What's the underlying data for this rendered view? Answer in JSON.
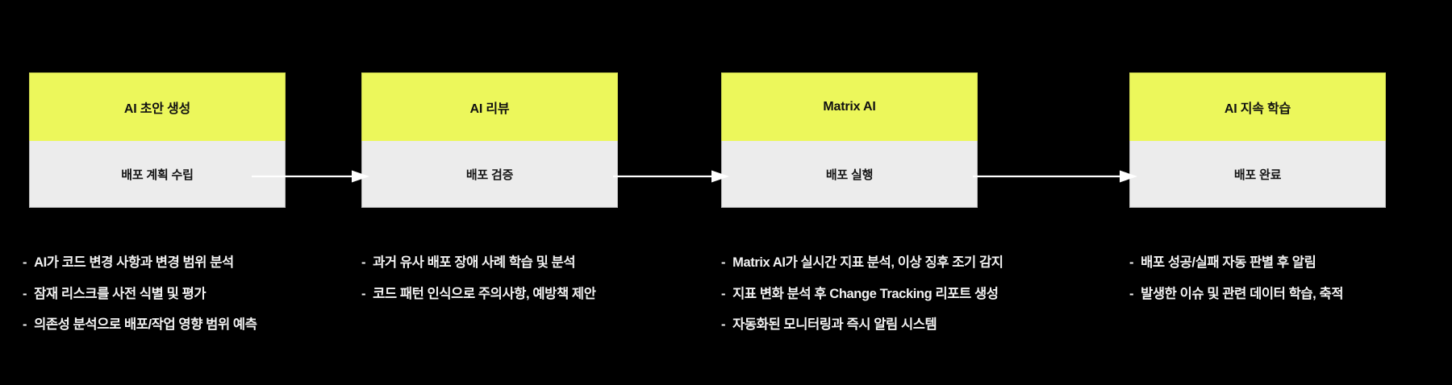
{
  "background_color": "#000000",
  "accent_color": "#ECF75B",
  "panel_color": "#ECECEC",
  "text_color": "#F2F2F2",
  "diagram": {
    "stages": [
      {
        "title": "AI 초안 생성",
        "subtitle": "배포 계획 수립",
        "bullets": [
          "AI가 코드 변경 사항과 변경 범위 분석",
          "잠재 리스크를 사전 식별 및 평가",
          "의존성 분석으로 배포/작업 영향 범위 예측"
        ]
      },
      {
        "title": "AI 리뷰",
        "subtitle": "배포 검증",
        "bullets": [
          "과거 유사 배포 장애 사례 학습 및 분석",
          "코드 패턴 인식으로 주의사항, 예방책 제안"
        ]
      },
      {
        "title": "Matrix AI",
        "subtitle": "배포 실행",
        "bullets": [
          "Matrix AI가 실시간 지표 분석, 이상 징후 조기 감지",
          "지표 변화 분석 후 Change Tracking 리포트 생성",
          "자동화된 모니터링과 즉시 알림 시스템"
        ]
      },
      {
        "title": "AI 지속 학습",
        "subtitle": "배포 완료",
        "bullets": [
          "배포 성공/실패 자동 판별 후 알림",
          "발생한 이슈 및 관련 데이터 학습, 축적"
        ]
      }
    ],
    "bullet_marker": "-",
    "connectors": [
      {
        "from": "AI 초안 생성",
        "to": "AI 리뷰"
      },
      {
        "from": "AI 리뷰",
        "to": "Matrix AI"
      },
      {
        "from": "Matrix AI",
        "to": "AI 지속 학습"
      }
    ]
  }
}
